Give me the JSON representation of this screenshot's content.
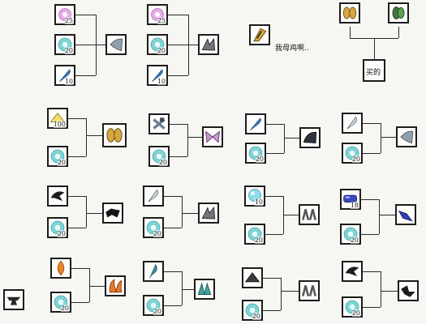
{
  "slots": [
    {
      "id": "a1",
      "icon": "pearl-icon",
      "count": "25"
    },
    {
      "id": "a2",
      "icon": "orb-icon",
      "count": "20"
    },
    {
      "id": "a3",
      "icon": "feather-icon",
      "count": "10"
    },
    {
      "id": "a4",
      "icon": "gray-wing-icon",
      "count": ""
    },
    {
      "id": "b1",
      "icon": "pearl-icon",
      "count": "25"
    },
    {
      "id": "b2",
      "icon": "orb-icon",
      "count": "20"
    },
    {
      "id": "b3",
      "icon": "feather-icon",
      "count": "10"
    },
    {
      "id": "b4",
      "icon": "claw-wing-icon",
      "count": ""
    },
    {
      "id": "c1",
      "icon": "golden-wing-icon",
      "count": ""
    },
    {
      "id": "d1",
      "icon": "golden-wings-icon",
      "count": ""
    },
    {
      "id": "d2",
      "icon": "green-wings-icon",
      "count": ""
    },
    {
      "id": "e1",
      "icon": "yellow-triangle-icon",
      "count": "100"
    },
    {
      "id": "e2",
      "icon": "orb-icon",
      "count": "20"
    },
    {
      "id": "e3",
      "icon": "golden-leaf-wings-icon",
      "count": ""
    },
    {
      "id": "f1",
      "icon": "gray-cross-icon",
      "count": ""
    },
    {
      "id": "f2",
      "icon": "orb-icon",
      "count": "20"
    },
    {
      "id": "f3",
      "icon": "butterfly-wings-icon",
      "count": ""
    },
    {
      "id": "g1",
      "icon": "blue-feather-icon",
      "count": ""
    },
    {
      "id": "g2",
      "icon": "orb-icon",
      "count": "20"
    },
    {
      "id": "g3",
      "icon": "dark-wing-icon",
      "count": ""
    },
    {
      "id": "h1",
      "icon": "pale-feather-icon",
      "count": ""
    },
    {
      "id": "h2",
      "icon": "orb-icon",
      "count": "20"
    },
    {
      "id": "h3",
      "icon": "blue-gray-wing-icon",
      "count": ""
    },
    {
      "id": "i1",
      "icon": "black-wing-icon",
      "count": ""
    },
    {
      "id": "i2",
      "icon": "orb-icon",
      "count": "20"
    },
    {
      "id": "i3",
      "icon": "black-bat-wing-icon",
      "count": ""
    },
    {
      "id": "j1",
      "icon": "white-feather-icon",
      "count": ""
    },
    {
      "id": "j2",
      "icon": "orb-icon",
      "count": "20"
    },
    {
      "id": "j3",
      "icon": "claw-wing-icon",
      "count": ""
    },
    {
      "id": "k1",
      "icon": "cyan-orb-icon",
      "count": "10"
    },
    {
      "id": "k2",
      "icon": "orb-icon",
      "count": "20"
    },
    {
      "id": "k3",
      "icon": "silver-wings-icon",
      "count": ""
    },
    {
      "id": "l1",
      "icon": "blue-crystal-icon",
      "count": "18"
    },
    {
      "id": "l2",
      "icon": "orb-icon",
      "count": "20"
    },
    {
      "id": "l3",
      "icon": "blue-wings-icon",
      "count": ""
    },
    {
      "id": "m1",
      "icon": "flame-feather-icon",
      "count": ""
    },
    {
      "id": "m2",
      "icon": "orb-icon",
      "count": "20"
    },
    {
      "id": "m3",
      "icon": "flame-wings-icon",
      "count": ""
    },
    {
      "id": "n1",
      "icon": "teal-feather-icon",
      "count": ""
    },
    {
      "id": "n2",
      "icon": "orb-icon",
      "count": "20"
    },
    {
      "id": "n3",
      "icon": "teal-wings-icon",
      "count": ""
    },
    {
      "id": "o1",
      "icon": "dark-triangle-icon",
      "count": ""
    },
    {
      "id": "o2",
      "icon": "orb-icon",
      "count": "20"
    },
    {
      "id": "o3",
      "icon": "bone-wings-icon",
      "count": ""
    },
    {
      "id": "p1",
      "icon": "black-claw-icon",
      "count": ""
    },
    {
      "id": "p2",
      "icon": "orb-icon",
      "count": "20"
    },
    {
      "id": "p3",
      "icon": "black-wings-icon",
      "count": ""
    },
    {
      "id": "q1",
      "icon": "anvil-icon",
      "count": ""
    }
  ],
  "captions": {
    "c1_note": "我母鸡啊..",
    "d3_label": "买的"
  },
  "colors": {
    "orb": "#7fd6d6",
    "pearl": "#e6a9e8",
    "feather_blue": "#3c78b8",
    "gold": "#d6a640",
    "frame": "#1c1c1c"
  }
}
